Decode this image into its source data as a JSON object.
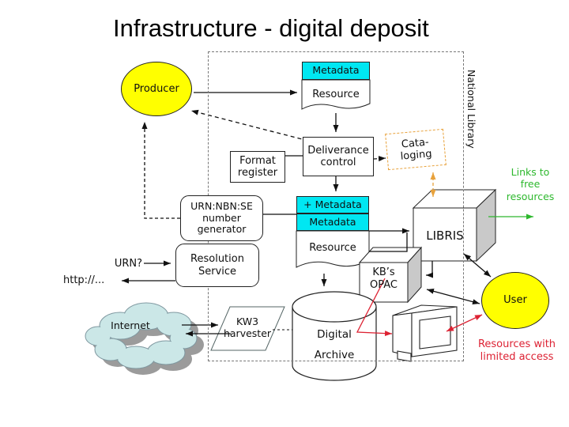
{
  "slide": {
    "title": "Infrastructure  - digital deposit",
    "colors": {
      "cyan": "#00e7f2",
      "yellow": "#ffff00",
      "green": "#2db82d",
      "red": "#dd2233",
      "orange": "#e8a23c",
      "cloud": "#cbe7e7",
      "cube_side_gray": "#c9c9c9"
    }
  },
  "nodes": {
    "producer": "Producer",
    "metadata_top": "Metadata",
    "resource_top": "Resource",
    "deliverance": {
      "line1": "Deliverance",
      "line2": "control"
    },
    "format_register": {
      "line1": "Format",
      "line2": "register"
    },
    "cataloging": {
      "line1": "Cata-",
      "line2": "loging"
    },
    "national_library": "National Library",
    "urn_generator": {
      "line1": "URN:NBN:SE",
      "line2": "number",
      "line3": "generator"
    },
    "plus_metadata": "+ Metadata",
    "metadata_mid": "Metadata",
    "resource_mid": "Resource",
    "resolution_service": {
      "line1": "Resolution",
      "line2": "Service"
    },
    "urn_question": "URN?",
    "http_url": "http://...",
    "libris": "LIBRIS",
    "links_free": {
      "line1": "Links to",
      "line2": "free",
      "line3": "resources"
    },
    "kbs_opac": {
      "line1": "KB’s",
      "line2": "OPAC"
    },
    "user": "User",
    "internet": "Internet",
    "kw3_harvester": {
      "line1": "KW3",
      "line2": "harvester"
    },
    "digital_archive": {
      "line1": "Digital",
      "line2": "Archive"
    },
    "resources_limited": {
      "line1": "Resources with",
      "line2": "limited access"
    }
  }
}
